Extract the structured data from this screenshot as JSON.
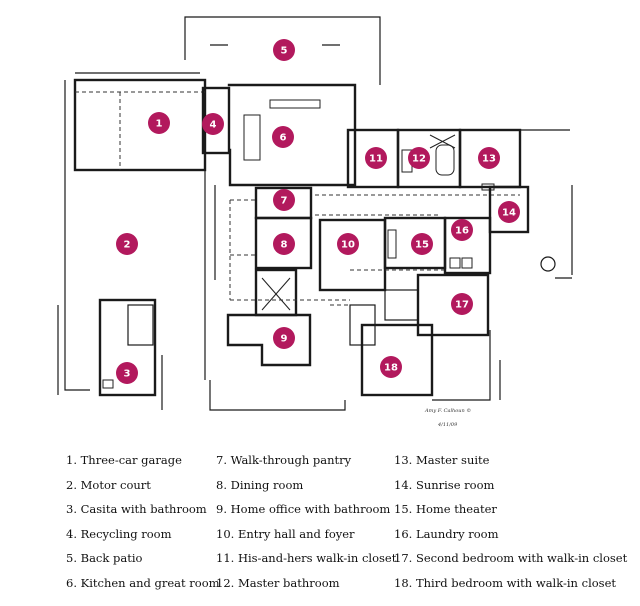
{
  "plan": {
    "signature": "Amy F. Calhoun ©",
    "signature_date": "4/11/09"
  },
  "rooms": [
    {
      "number": "1",
      "name": "Three-car garage"
    },
    {
      "number": "2",
      "name": "Motor court"
    },
    {
      "number": "3",
      "name": "Casita with bathroom"
    },
    {
      "number": "4",
      "name": "Recycling room"
    },
    {
      "number": "5",
      "name": "Back patio"
    },
    {
      "number": "6",
      "name": "Kitchen and great room"
    },
    {
      "number": "7",
      "name": "Walk-through pantry"
    },
    {
      "number": "8",
      "name": "Dining room"
    },
    {
      "number": "9",
      "name": "Home office with bathroom"
    },
    {
      "number": "10",
      "name": "Entry hall and foyer"
    },
    {
      "number": "11",
      "name": "His-and-hers walk-in closet"
    },
    {
      "number": "12",
      "name": "Master bathroom"
    },
    {
      "number": "13",
      "name": "Master suite"
    },
    {
      "number": "14",
      "name": "Sunrise room"
    },
    {
      "number": "15",
      "name": "Home theater"
    },
    {
      "number": "16",
      "name": "Laundry room"
    },
    {
      "number": "17",
      "name": "Second bedroom with walk-in closet"
    },
    {
      "number": "18",
      "name": "Third bedroom with walk-in closet"
    }
  ],
  "legend_items": [
    "1. Three-car garage",
    "2. Motor court",
    "3. Casita with bathroom",
    "4. Recycling room",
    "5. Back patio",
    "6. Kitchen and great room",
    "7. Walk-through pantry",
    "8. Dining room",
    "9. Home office with bathroom",
    "10. Entry hall and foyer",
    "11. His-and-hers walk-in closet",
    "12. Master bathroom",
    "13. Master suite",
    "14. Sunrise room",
    "15. Home theater",
    "16. Laundry room",
    "17. Second bedroom with walk-in closet",
    "18. Third bedroom with walk-in closet"
  ],
  "colors": {
    "badge": "#b2195d",
    "ink": "#1a1a1a"
  }
}
